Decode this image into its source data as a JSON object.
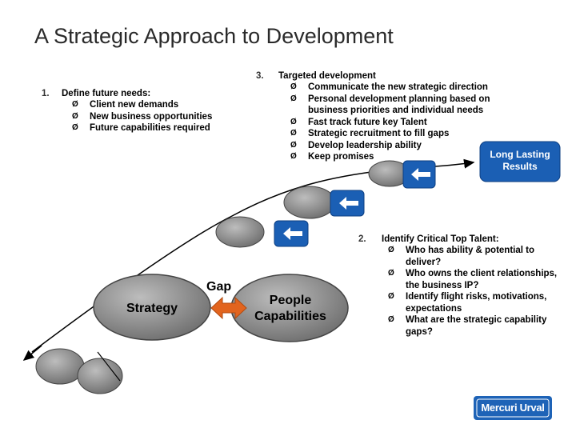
{
  "title": "A Strategic Approach to Development",
  "sections": {
    "s1": {
      "num": "1.",
      "heading": "Define future needs:",
      "items": [
        "Client new demands",
        "New business opportunities",
        "Future capabilities required"
      ]
    },
    "s3": {
      "num": "3.",
      "heading": "Targeted development",
      "items": [
        "Communicate the new strategic direction",
        "Personal development planning based on business priorities and individual needs",
        "Fast track future key Talent",
        "Strategic recruitment to fill gaps",
        "Develop leadership ability",
        "Keep promises"
      ]
    },
    "s2": {
      "num": "2.",
      "heading": "Identify Critical Top Talent:",
      "items": [
        "Who has ability & potential to deliver?",
        "Who owns the client relationships, the business IP?",
        "Identify flight risks, motivations, expectations",
        "What are the strategic capability gaps?"
      ]
    }
  },
  "bullet_glyph": "Ø",
  "labels": {
    "long_lasting": "Long Lasting Results",
    "gap": "Gap",
    "strategy": "Strategy",
    "people": "People Capabilities"
  },
  "logo": "Mercuri Urval",
  "colors": {
    "blue": "#1b5fb4",
    "orange": "#e2641e",
    "grey": "#8c8c8c",
    "logo_blue": "#1e63b7"
  }
}
